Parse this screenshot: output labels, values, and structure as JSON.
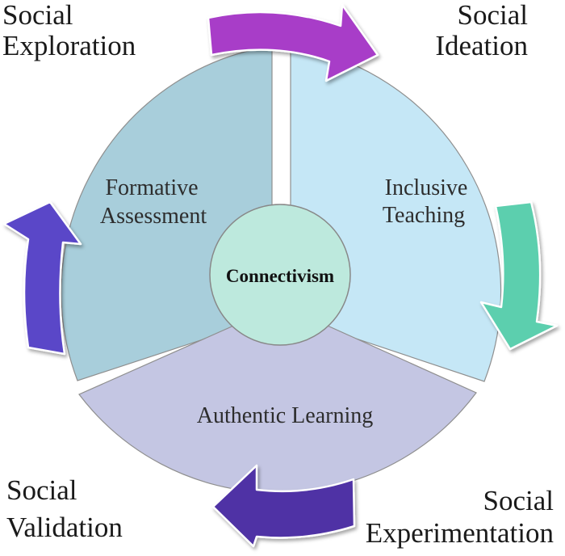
{
  "center": {
    "label": "Connectivism"
  },
  "segments": [
    {
      "id": "formative",
      "lines": [
        "Formative",
        "Assessment"
      ]
    },
    {
      "id": "inclusive",
      "lines": [
        "Inclusive",
        "Teaching"
      ]
    },
    {
      "id": "authentic",
      "lines": [
        "Authentic Learning"
      ]
    }
  ],
  "corner_labels": {
    "top_left": [
      "Social",
      "Exploration"
    ],
    "top_right": [
      "Social",
      "Ideation"
    ],
    "bottom_left": [
      "Social",
      "Validation"
    ],
    "bottom_right": [
      "Social",
      "Experimentation"
    ]
  },
  "colors": {
    "formative": "#a8cedb",
    "inclusive": "#c5e7f6",
    "authentic": "#c4c6e3",
    "center": "#bde9dd",
    "arrow_top": "#a83cc8",
    "arrow_right": "#5bcfae",
    "arrow_bottom": "#5032a5",
    "arrow_left": "#5a46c8"
  }
}
